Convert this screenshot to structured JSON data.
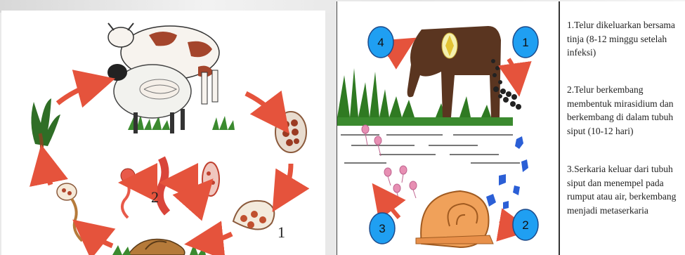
{
  "left_diagram": {
    "labels": {
      "stage_1": "1",
      "stage_2": "2"
    }
  },
  "right_diagram": {
    "circle_labels": {
      "c1": "1",
      "c2": "2",
      "c3": "3",
      "c4": "4"
    },
    "legend": [
      "1.Telur dikeluarkan bersama tinja (8-12 minggu setelah infeksi)",
      "2.Telur berkembang membentuk mirasidium dan berkembang di dalam tubuh siput (10-12 hari)",
      "3.Serkaria keluar dari tubuh siput dan menempel pada rumput  atau air, berkembang menjadi metaserkaria"
    ]
  },
  "colors": {
    "arrow": "#e5533c",
    "circle_fill": "#1f9ff2",
    "cow_brown": "#5a3520",
    "snail_orange": "#f0a15a",
    "grass_green": "#3b8a2f",
    "egg_blue": "#2b5fd6"
  }
}
